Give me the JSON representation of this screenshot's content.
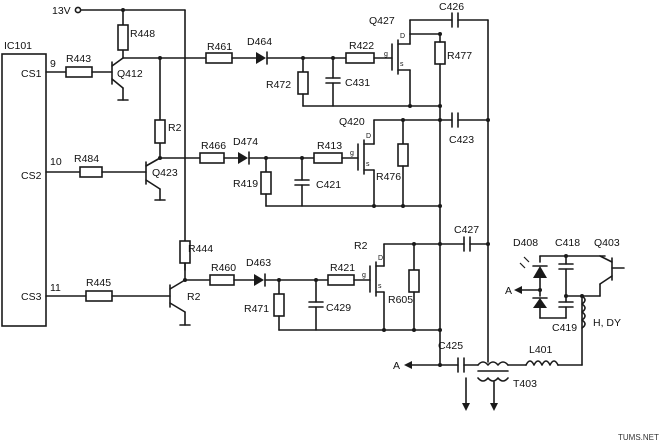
{
  "supply": {
    "label": "13V"
  },
  "ic": {
    "name": "IC101",
    "pins": [
      {
        "name": "CS1",
        "num": "9"
      },
      {
        "name": "CS2",
        "num": "10"
      },
      {
        "name": "CS3",
        "num": "11"
      }
    ]
  },
  "resistors": [
    "R448",
    "R443",
    "R2",
    "R461",
    "R422",
    "R472",
    "R477",
    "R484",
    "R466",
    "R413",
    "R419",
    "R476",
    "R444",
    "R445",
    "R460",
    "R421",
    "R471",
    "R605"
  ],
  "capacitors": [
    "C426",
    "C431",
    "C423",
    "C421",
    "C427",
    "C429",
    "C425",
    "C418",
    "C419"
  ],
  "transistors": [
    "Q412",
    "Q427",
    "Q423",
    "Q420",
    "R2",
    "R2",
    "Q403"
  ],
  "diodes": [
    "D464",
    "D474",
    "D463",
    "D408"
  ],
  "inductors": [
    "L401",
    "T403",
    "H, DY"
  ],
  "node_a": "A",
  "fet_pins": {
    "g": "g",
    "d": "D",
    "s": "s"
  },
  "watermark": "TUMS.NET"
}
